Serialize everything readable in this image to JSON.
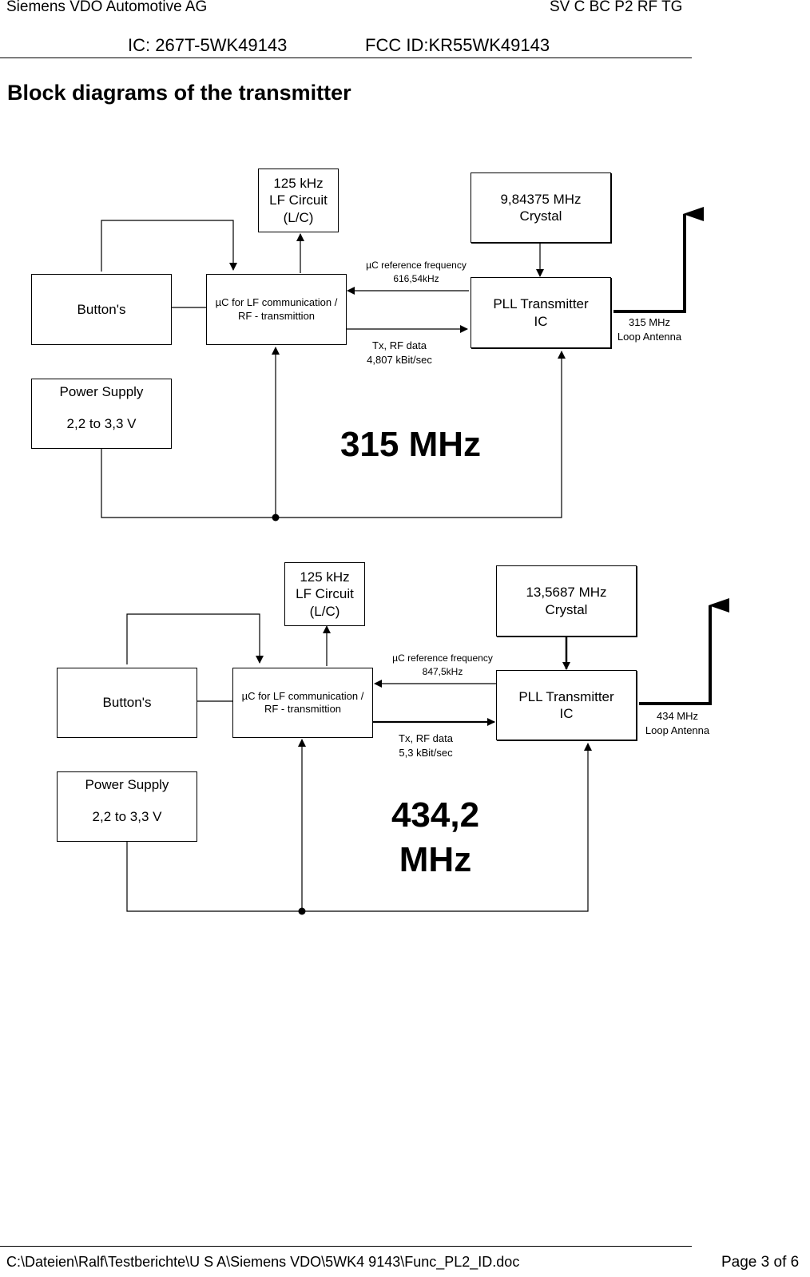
{
  "header": {
    "company": "Siemens VDO Automotive AG",
    "department": "SV C BC P2 RF TG",
    "ic_id": "IC: 267T-5WK49143",
    "fcc_id": "FCC ID:KR55WK49143"
  },
  "page_title": "Block diagrams of the transmitter",
  "diagrams": [
    {
      "lf_circuit": [
        "125 kHz",
        "LF Circuit",
        "(L/C)"
      ],
      "crystal": [
        "9,84375 MHz",
        "Crystal"
      ],
      "buttons": "Button's",
      "uc": [
        "µC for LF communication /",
        "RF - transmittion"
      ],
      "pll": [
        "PLL Transmitter",
        "IC"
      ],
      "power": [
        "Power Supply",
        "2,2 to 3,3 V"
      ],
      "ref_freq": [
        "µC reference frequency",
        "616,54kHz"
      ],
      "tx_data": [
        "Tx, RF data",
        "4,807 kBit/sec"
      ],
      "antenna": [
        "315 MHz",
        "Loop Antenna"
      ],
      "band": [
        "315 MHz"
      ]
    },
    {
      "lf_circuit": [
        "125 kHz",
        "LF Circuit",
        "(L/C)"
      ],
      "crystal": [
        "13,5687 MHz",
        "Crystal"
      ],
      "buttons": "Button's",
      "uc": [
        "µC for LF communication /",
        "RF - transmittion"
      ],
      "pll": [
        "PLL Transmitter",
        "IC"
      ],
      "power": [
        "Power Supply",
        "2,2 to 3,3 V"
      ],
      "ref_freq": [
        "µC reference frequency",
        "847,5kHz"
      ],
      "tx_data": [
        "Tx, RF data",
        "5,3 kBit/sec"
      ],
      "antenna": [
        "434 MHz",
        "Loop Antenna"
      ],
      "band": [
        "434,2",
        "MHz"
      ]
    }
  ],
  "footer": {
    "path": "C:\\Dateien\\Ralf\\Testberichte\\U S A\\Siemens VDO\\5WK4 9143\\Func_PL2_ID.doc",
    "page": "Page 3 of 6"
  }
}
